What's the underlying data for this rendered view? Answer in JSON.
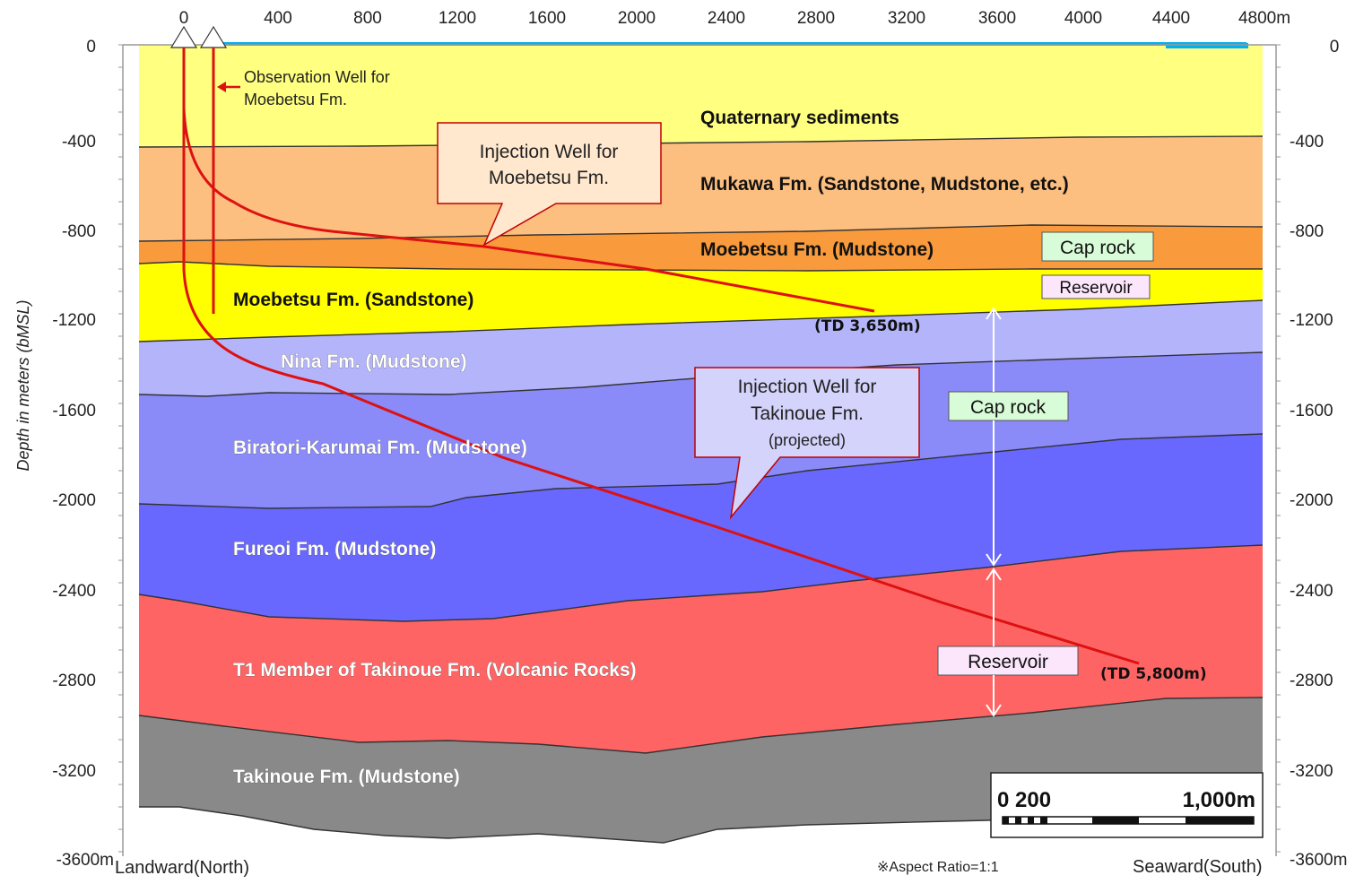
{
  "y_axis_title": "Depth in meters (bMSL)",
  "x_axis": {
    "ticks": [
      "0",
      "400",
      "800",
      "1200",
      "1600",
      "2000",
      "2400",
      "2800",
      "3200",
      "3600",
      "4000",
      "4400",
      "4800m"
    ]
  },
  "y_axis": {
    "ticks_left": [
      "0",
      "-400",
      "-800",
      "-1200",
      "-1600",
      "-2000",
      "-2400",
      "-2800",
      "-3200",
      "-3600m"
    ],
    "ticks_right": [
      "0",
      "-400",
      "-800",
      "-1200",
      "-1600",
      "-2000",
      "-2400",
      "-2800",
      "-3200",
      "-3600m"
    ]
  },
  "formations": [
    {
      "name": "Quaternary sediments",
      "color": "#ffff80"
    },
    {
      "name": "Mukawa Fm.  (Sandstone, Mudstone, etc.)",
      "color": "#fcbf80"
    },
    {
      "name": "Moebetsu Fm.  (Mudstone)",
      "color": "#f99a3c"
    },
    {
      "name": "Moebetsu  Fm.  (Sandstone)",
      "color": "#ffff00"
    },
    {
      "name": "Nina Fm.  (Mudstone)",
      "color": "#b4b4fb"
    },
    {
      "name": "Biratori-Karumai Fm.  (Mudstone)",
      "color": "#8a8af8"
    },
    {
      "name": "Fureoi Fm.  (Mudstone)",
      "color": "#6868ff"
    },
    {
      "name": "T1 Member of Takinoue Fm. (Volcanic Rocks)",
      "color": "#ff6464"
    },
    {
      "name": "Takinoue Fm.  (Mudstone)",
      "color": "#898989"
    }
  ],
  "wells": {
    "observation": {
      "line1": "Observation Well for",
      "line2": "Moebetsu Fm."
    },
    "injection_moebetsu": {
      "line1": "Injection Well for",
      "line2": "Moebetsu Fm.",
      "td": "(TD 3,650m)"
    },
    "injection_takinoue": {
      "line1": "Injection Well for",
      "line2": "Takinoue Fm.",
      "line3": "(projected)",
      "td": "(TD 5,800m)"
    }
  },
  "tags": {
    "cap_rock_upper": "Cap rock",
    "reservoir_upper": "Reservoir",
    "cap_rock_lower": "Cap rock",
    "reservoir_lower": "Reservoir"
  },
  "scale_bar": {
    "left": "0  200",
    "right": "1,000m"
  },
  "footer": {
    "landward": "Landward(North)",
    "seaward": "Seaward(South)",
    "aspect": "※Aspect Ratio=1:1"
  },
  "colors": {
    "well": "#dd1111",
    "sea": "#00b0f0",
    "callout_fill_top": "#ffe8ce",
    "callout_fill_mid": "#d3d3fb",
    "cap_tag": "#d8fbd8",
    "res_tag": "#fbe6fb"
  }
}
